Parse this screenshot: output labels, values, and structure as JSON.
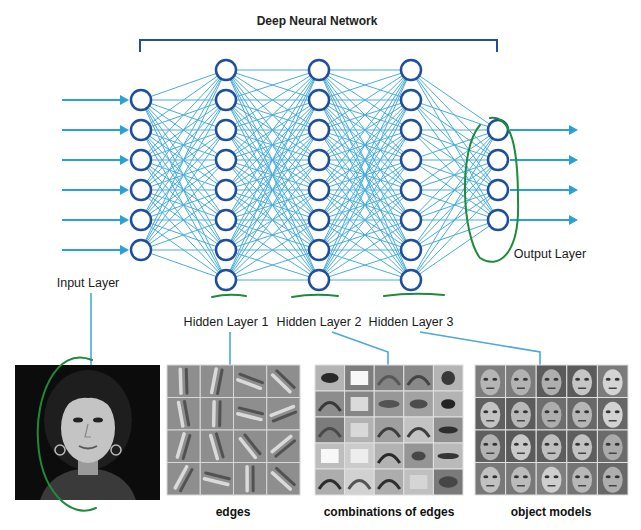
{
  "diagram": {
    "title": "Deep Neural Network",
    "labels": [
      "Input Layer",
      "Hidden Layer 1",
      "Hidden Layer 2",
      "Hidden Layer 3",
      "Output Layer",
      "edges",
      "combinations of edges",
      "object models"
    ]
  }
}
